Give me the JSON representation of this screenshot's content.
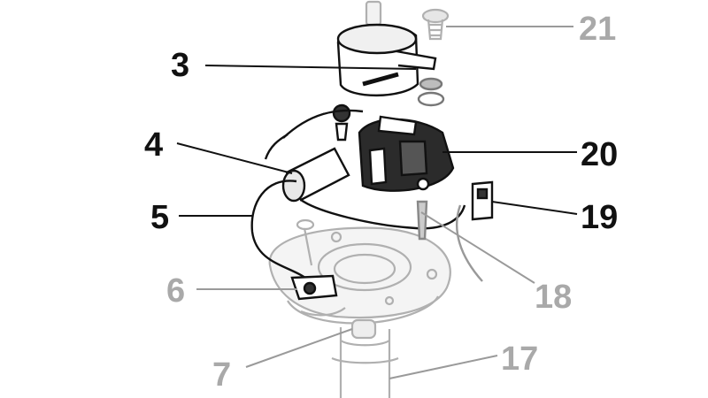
{
  "callouts": [
    {
      "id": "c3",
      "label": "3",
      "color": "#111111"
    },
    {
      "id": "c4",
      "label": "4",
      "color": "#111111"
    },
    {
      "id": "c5",
      "label": "5",
      "color": "#111111"
    },
    {
      "id": "c6",
      "label": "6",
      "color": "#a9a9a9"
    },
    {
      "id": "c7",
      "label": "7",
      "color": "#a9a9a9"
    },
    {
      "id": "c17",
      "label": "17",
      "color": "#a9a9a9"
    },
    {
      "id": "c18",
      "label": "18",
      "color": "#a9a9a9"
    },
    {
      "id": "c19",
      "label": "19",
      "color": "#111111"
    },
    {
      "id": "c20",
      "label": "20",
      "color": "#111111"
    },
    {
      "id": "c21",
      "label": "21",
      "color": "#a9a9a9"
    }
  ]
}
